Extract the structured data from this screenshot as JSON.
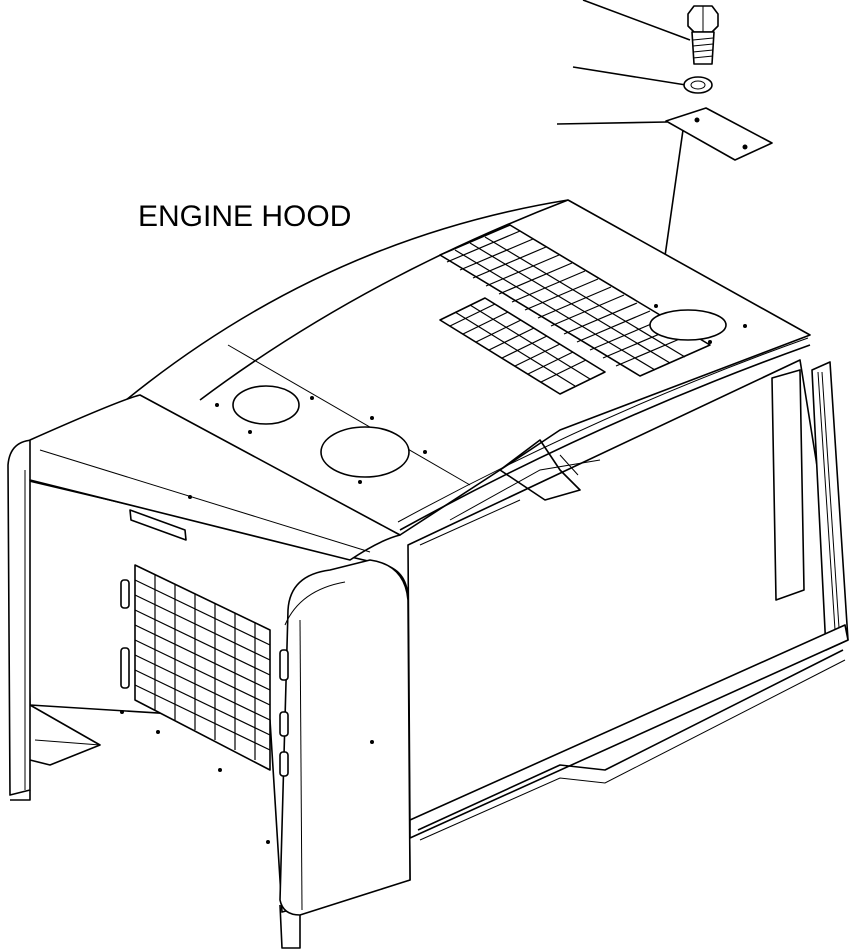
{
  "diagram": {
    "label": "ENGINE HOOD",
    "parts": [
      {
        "id": "bolt"
      },
      {
        "id": "washer"
      },
      {
        "id": "cover-plate"
      },
      {
        "id": "engine-hood"
      }
    ],
    "colors": {
      "line": "#000000",
      "background": "#ffffff"
    }
  }
}
